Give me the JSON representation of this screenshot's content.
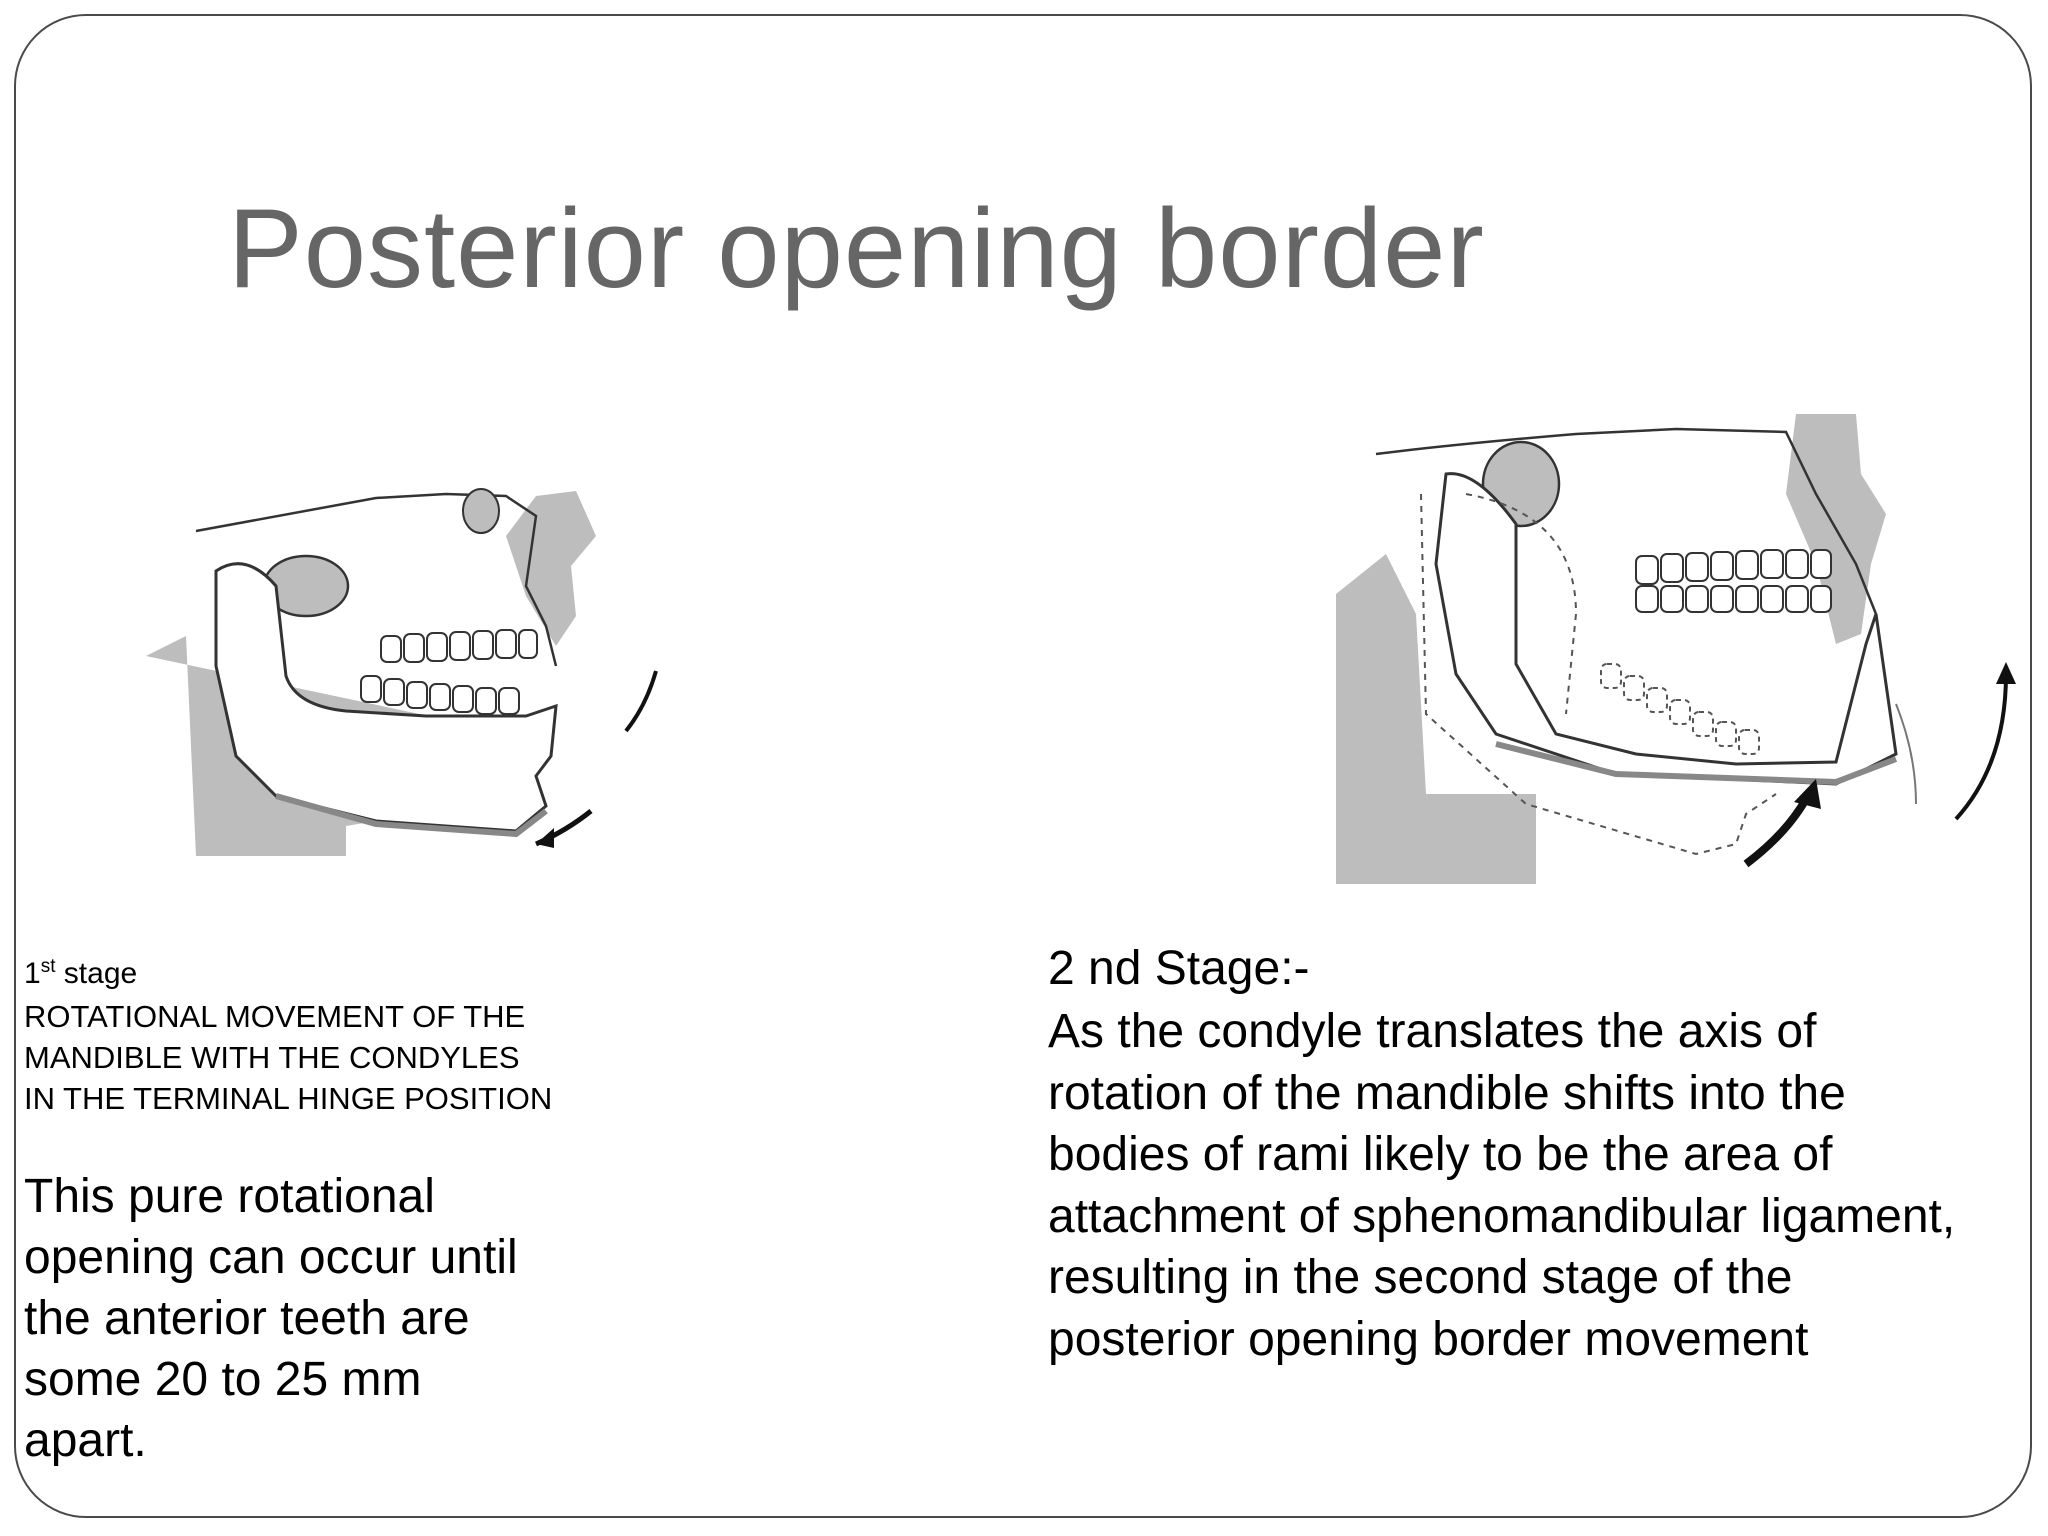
{
  "slide": {
    "title": "Posterior opening border"
  },
  "stage1": {
    "heading_number": "1",
    "heading_suffix": "st",
    "heading_word": " stage",
    "caption_lines": [
      "ROTATIONAL MOVEMENT OF THE",
      "MANDIBLE WITH THE CONDYLES",
      "IN THE TERMINAL HINGE POSITION"
    ],
    "body_lines": [
      "This pure rotational",
      "opening can occur until",
      "the anterior teeth are",
      "some 20 to 25 mm",
      "apart."
    ]
  },
  "stage2": {
    "heading": "2 nd Stage:-",
    "body_lines": [
      "As the condyle translates the axis of",
      "rotation of the mandible shifts into the",
      "bodies of rami likely to be the area of",
      "attachment of sphenomandibular ligament,",
      "resulting in the second stage of the",
      "posterior opening border movement"
    ]
  },
  "figures": {
    "fig1_icon": "skull-mandible-rotation-illustration",
    "fig2_icon": "skull-mandible-translation-illustration",
    "shade_color": "#bdbdbd",
    "line_color": "#333333"
  }
}
